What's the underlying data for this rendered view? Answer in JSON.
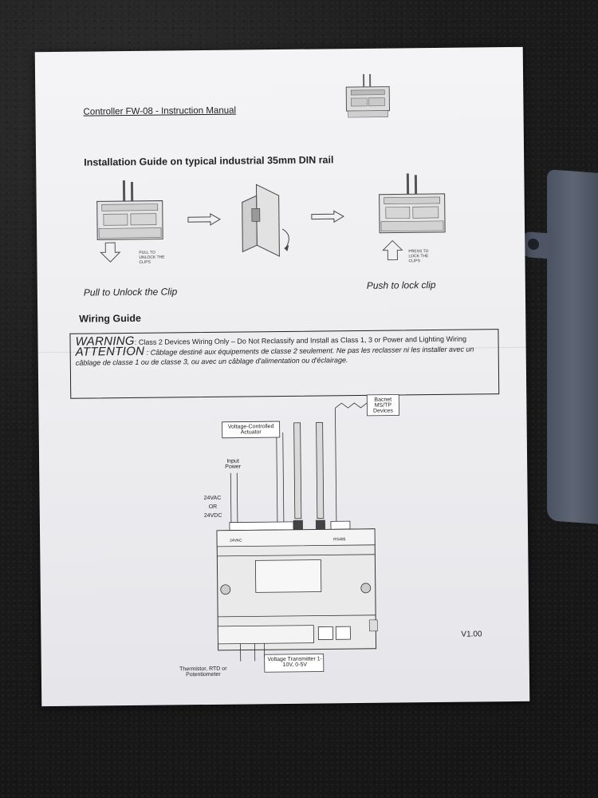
{
  "manual": {
    "header_title": "Controller FW-08 - Instruction Manual",
    "section_install": "Installation Guide on typical industrial 35mm DIN rail",
    "caption_unlock": "Pull to Unlock the Clip",
    "caption_lock": "Push to lock clip",
    "note_unlock": "PULL TO UNLOCK THE CLIPS",
    "note_lock": "PRESS TO LOCK THE CLIPS",
    "section_wiring": "Wiring Guide",
    "warning_word": "WARNING",
    "warning_text": ": Class 2 Devices Wiring Only – Do Not Reclassify and Install as Class 1, 3 or Power and Lighting Wiring",
    "attention_word": "ATTENTION",
    "attention_text": " : Câblage destiné aux équipements de classe 2 seulement. Ne pas les reclasser ni les installer avec un câblage de classe 1 ou de classe 3, ou avec un câblage d'alimentation ou d'éclairage.",
    "version": "V1.00"
  },
  "diagram": {
    "bacnet_label": "Bacnet MS/TP Devices",
    "actuator_label": "Voltage-Controlled Actuator",
    "input_power_label": "Input Power",
    "power_24vac": "24VAC",
    "power_or": "OR",
    "power_24vdc": "24VDC",
    "terminal_24vac": "24VAC",
    "terminal_rs485": "RS485",
    "thermistor_label": "Thermistor, RTD or Potentiometer",
    "voltage_transmitter_label": "Voltage Transmitter 1-10V, 0-5V"
  }
}
